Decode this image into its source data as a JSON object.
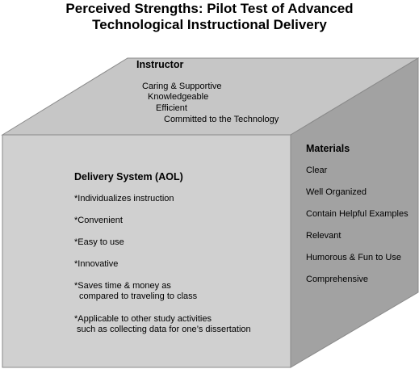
{
  "title": {
    "line1": "Perceived Strengths:  Pilot Test of Advanced",
    "line2": "Technological Instructional Delivery"
  },
  "colors": {
    "top_face": "#c6c6c6",
    "right_face": "#a2a2a2",
    "front_face": "#d0d0d0",
    "edge": "#8a8a8a"
  },
  "instructor": {
    "heading": "Instructor",
    "items": [
      "Caring & Supportive",
      "Knowledgeable",
      "Efficient",
      "Committed to the Technology"
    ]
  },
  "materials": {
    "heading": "Materials",
    "items": [
      "Clear",
      "Well Organized",
      "Contain Helpful Examples",
      "Relevant",
      "Humorous & Fun to Use",
      "Comprehensive"
    ]
  },
  "delivery": {
    "heading": "Delivery System (AOL)",
    "items": [
      {
        "line1": "*Individualizes instruction",
        "line2": ""
      },
      {
        "line1": "*Convenient",
        "line2": ""
      },
      {
        "line1": "*Easy to use",
        "line2": ""
      },
      {
        "line1": "*Innovative",
        "line2": ""
      },
      {
        "line1": "*Saves time & money as",
        "line2": "compared to traveling to class"
      },
      {
        "line1": "*Applicable to other study activities",
        "line2": "such as collecting data for one’s dissertation"
      }
    ]
  }
}
